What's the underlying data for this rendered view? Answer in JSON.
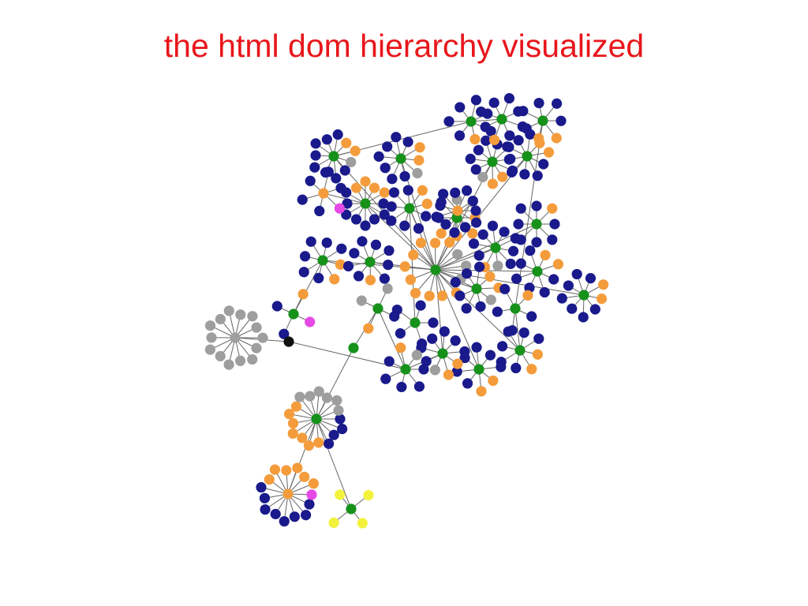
{
  "slide": {
    "title": "the html dom hierarchy visualized",
    "title_color": "#e8161b"
  },
  "graph": {
    "edge_color": "#666666",
    "node_types": {
      "div": "#16911a",
      "table-tr-td": "#f49c3c",
      "link-a": "#1a1a8c",
      "image": "#9e9e9e",
      "form": "#e64ae6",
      "br-p-blockquote": "#f2f23c",
      "other": "#111111"
    },
    "hubs": [
      {
        "id": "root",
        "t": "div"
      },
      {
        "id": "b1",
        "parent": "root",
        "t": "div"
      },
      {
        "id": "b2",
        "parent": "root",
        "t": "div"
      },
      {
        "id": "b3",
        "parent": "root",
        "t": "div"
      },
      {
        "id": "b4",
        "parent": "root",
        "t": "div"
      },
      {
        "id": "b5",
        "parent": "root",
        "t": "div"
      },
      {
        "id": "b6",
        "parent": "root",
        "t": "div"
      },
      {
        "id": "b7",
        "parent": "root",
        "t": "div"
      },
      {
        "id": "b8",
        "parent": "root",
        "t": "div"
      },
      {
        "id": "b9",
        "parent": "root",
        "t": "div"
      },
      {
        "id": "b10",
        "parent": "root",
        "t": "div"
      },
      {
        "id": "b11",
        "parent": "root",
        "t": "div"
      },
      {
        "id": "b12",
        "parent": "root",
        "t": "div"
      },
      {
        "id": "b13",
        "parent": "root",
        "t": "div"
      },
      {
        "id": "b14",
        "parent": "root",
        "t": "div"
      },
      {
        "id": "b15",
        "parent": "root",
        "t": "div"
      },
      {
        "id": "b16",
        "parent": "root",
        "t": "div"
      },
      {
        "id": "b17",
        "parent": "root",
        "t": "div"
      },
      {
        "id": "b18",
        "parent": "b17",
        "t": "div"
      },
      {
        "id": "b19",
        "parent": "b18",
        "t": "div"
      },
      {
        "id": "b20",
        "parent": "b19",
        "t": "div"
      },
      {
        "id": "b21",
        "parent": "b20",
        "t": "div"
      },
      {
        "id": "b22",
        "parent": "b21",
        "t": "table-tr-td"
      },
      {
        "id": "b23",
        "parent": "b18",
        "t": "other"
      },
      {
        "id": "b24",
        "parent": "b23",
        "t": "image"
      },
      {
        "id": "b25",
        "parent": "b1",
        "t": "table-tr-td"
      },
      {
        "id": "b26",
        "parent": "b3",
        "t": "div"
      },
      {
        "id": "b27",
        "parent": "b26",
        "t": "div"
      },
      {
        "id": "b28",
        "parent": "b8",
        "t": "table-tr-td"
      },
      {
        "id": "b29",
        "parent": "b15",
        "t": "div"
      },
      {
        "id": "b30",
        "parent": "b29",
        "t": "div"
      },
      {
        "id": "b31",
        "parent": "b2",
        "t": "div"
      },
      {
        "id": "b32",
        "parent": "b5",
        "t": "div"
      },
      {
        "id": "b33",
        "parent": "b21",
        "t": "div"
      }
    ],
    "fans": [
      {
        "hub": "root",
        "colors": [
          "table-tr-td",
          "table-tr-td",
          "table-tr-td",
          "table-tr-td",
          "table-tr-td",
          "table-tr-td",
          "table-tr-td",
          "table-tr-td",
          "image",
          "image",
          "image",
          "table-tr-td",
          "table-tr-td"
        ]
      },
      {
        "hub": "b1",
        "colors": [
          "link-a",
          "link-a",
          "link-a",
          "link-a",
          "link-a",
          "link-a",
          "link-a",
          "link-a",
          "table-tr-td",
          "table-tr-td",
          "table-tr-td",
          "table-tr-td"
        ]
      },
      {
        "hub": "b2",
        "colors": [
          "link-a",
          "link-a",
          "link-a",
          "link-a",
          "link-a",
          "link-a",
          "link-a",
          "table-tr-td",
          "table-tr-td"
        ]
      },
      {
        "hub": "b3",
        "colors": [
          "link-a",
          "link-a",
          "link-a",
          "link-a",
          "link-a",
          "link-a",
          "link-a",
          "link-a",
          "table-tr-td",
          "table-tr-td",
          "image"
        ]
      },
      {
        "hub": "b4",
        "colors": [
          "link-a",
          "link-a",
          "link-a",
          "link-a",
          "link-a",
          "link-a",
          "link-a",
          "table-tr-td",
          "table-tr-td",
          "image"
        ]
      },
      {
        "hub": "b5",
        "colors": [
          "link-a",
          "link-a",
          "link-a",
          "link-a",
          "link-a",
          "link-a",
          "table-tr-td",
          "table-tr-td"
        ]
      },
      {
        "hub": "b6",
        "colors": [
          "link-a",
          "link-a",
          "link-a",
          "link-a",
          "link-a",
          "link-a",
          "link-a",
          "link-a",
          "table-tr-td"
        ]
      },
      {
        "hub": "b7",
        "colors": [
          "link-a",
          "link-a",
          "link-a",
          "link-a",
          "link-a",
          "link-a",
          "link-a",
          "link-a",
          "table-tr-td",
          "table-tr-td",
          "image"
        ]
      },
      {
        "hub": "b8",
        "colors": [
          "table-tr-td",
          "table-tr-td",
          "table-tr-td",
          "table-tr-td",
          "link-a",
          "link-a",
          "image",
          "image"
        ]
      },
      {
        "hub": "b9",
        "colors": [
          "link-a",
          "link-a",
          "link-a",
          "link-a",
          "link-a",
          "link-a",
          "link-a",
          "link-a",
          "table-tr-td",
          "table-tr-td"
        ]
      },
      {
        "hub": "b10",
        "colors": [
          "link-a",
          "link-a",
          "link-a",
          "link-a",
          "link-a",
          "link-a",
          "link-a",
          "link-a",
          "image",
          "table-tr-td"
        ]
      },
      {
        "hub": "b11",
        "colors": [
          "link-a",
          "link-a",
          "link-a",
          "link-a",
          "link-a",
          "link-a",
          "link-a",
          "table-tr-td"
        ]
      },
      {
        "hub": "b12",
        "colors": [
          "link-a",
          "link-a",
          "link-a",
          "link-a",
          "link-a",
          "link-a",
          "table-tr-td",
          "table-tr-td"
        ]
      },
      {
        "hub": "b13",
        "colors": [
          "link-a",
          "link-a",
          "link-a",
          "link-a",
          "link-a",
          "link-a",
          "link-a",
          "table-tr-td",
          "table-tr-td"
        ]
      },
      {
        "hub": "b14",
        "colors": [
          "link-a",
          "link-a",
          "link-a",
          "link-a",
          "link-a",
          "link-a",
          "table-tr-td",
          "table-tr-td",
          "image"
        ]
      },
      {
        "hub": "b15",
        "colors": [
          "link-a",
          "link-a",
          "link-a",
          "link-a",
          "link-a",
          "link-a",
          "table-tr-td",
          "table-tr-td"
        ]
      },
      {
        "hub": "b16",
        "colors": [
          "link-a",
          "link-a",
          "link-a",
          "link-a",
          "link-a",
          "link-a",
          "table-tr-td",
          "table-tr-td"
        ]
      },
      {
        "hub": "b17",
        "colors": [
          "link-a",
          "link-a",
          "link-a",
          "link-a",
          "link-a",
          "link-a",
          "table-tr-td",
          "table-tr-td",
          "image"
        ]
      },
      {
        "hub": "b18",
        "colors": [
          "link-a",
          "link-a",
          "link-a",
          "link-a",
          "link-a",
          "table-tr-td",
          "image"
        ]
      },
      {
        "hub": "b19",
        "colors": [
          "link-a",
          "table-tr-td",
          "image",
          "image"
        ]
      },
      {
        "hub": "b21",
        "colors": [
          "link-a",
          "link-a",
          "link-a",
          "link-a",
          "table-tr-td",
          "table-tr-td",
          "table-tr-td",
          "table-tr-td",
          "table-tr-td",
          "table-tr-td",
          "table-tr-td",
          "image",
          "image",
          "image",
          "image",
          "image",
          "image"
        ]
      },
      {
        "hub": "b22",
        "colors": [
          "link-a",
          "link-a",
          "link-a",
          "link-a",
          "link-a",
          "link-a",
          "link-a",
          "link-a",
          "table-tr-td",
          "table-tr-td",
          "table-tr-td",
          "table-tr-td",
          "table-tr-td",
          "table-tr-td",
          "form"
        ]
      },
      {
        "hub": "b24",
        "colors": [
          "image",
          "image",
          "image",
          "image",
          "image",
          "image",
          "image",
          "image",
          "image",
          "image",
          "image",
          "image",
          "image",
          "image"
        ]
      },
      {
        "hub": "b25",
        "colors": [
          "link-a",
          "link-a",
          "link-a",
          "link-a",
          "link-a",
          "form"
        ]
      },
      {
        "hub": "b26",
        "colors": [
          "link-a",
          "link-a",
          "link-a",
          "link-a",
          "link-a",
          "link-a",
          "table-tr-td"
        ]
      },
      {
        "hub": "b27",
        "colors": [
          "link-a",
          "link-a",
          "link-a",
          "link-a",
          "link-a",
          "link-a",
          "link-a",
          "table-tr-td"
        ]
      },
      {
        "hub": "b28",
        "colors": [
          "link-a",
          "link-a",
          "link-a",
          "link-a",
          "link-a",
          "link-a",
          "link-a",
          "link-a",
          "link-a",
          "link-a",
          "link-a"
        ]
      },
      {
        "hub": "b29",
        "colors": [
          "link-a",
          "link-a",
          "link-a",
          "link-a",
          "table-tr-td"
        ]
      },
      {
        "hub": "b30",
        "colors": [
          "link-a",
          "link-a",
          "link-a",
          "link-a",
          "link-a",
          "table-tr-td",
          "table-tr-td"
        ]
      },
      {
        "hub": "b31",
        "colors": [
          "link-a",
          "link-a",
          "link-a",
          "link-a",
          "link-a"
        ]
      },
      {
        "hub": "b32",
        "colors": [
          "form",
          "link-a",
          "link-a",
          "table-tr-td"
        ]
      },
      {
        "hub": "b33",
        "colors": [
          "br-p-blockquote",
          "br-p-blockquote",
          "br-p-blockquote",
          "br-p-blockquote"
        ]
      }
    ]
  }
}
